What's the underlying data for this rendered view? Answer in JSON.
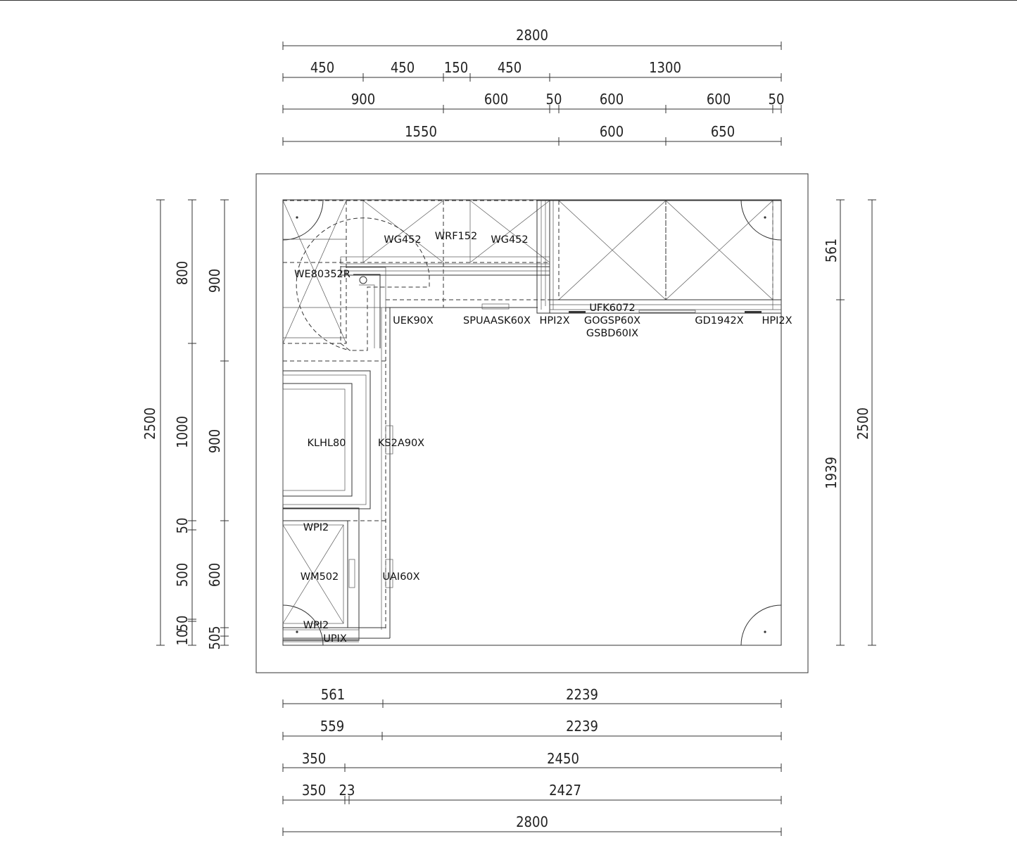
{
  "room": {
    "width_mm": 2800,
    "depth_mm": 2500
  },
  "dimensions": {
    "top": [
      [
        "2800"
      ],
      [
        "450",
        "450",
        "150",
        "450",
        "1300"
      ],
      [
        "900",
        "600",
        "50",
        "600",
        "600",
        "50"
      ],
      [
        "1550",
        "600",
        "650"
      ]
    ],
    "bottom": [
      [
        "561",
        "2239"
      ],
      [
        "559",
        "2239"
      ],
      [
        "350",
        "2450"
      ],
      [
        "350",
        "23",
        "2427"
      ],
      [
        "2800"
      ]
    ],
    "left": [
      [
        "2500"
      ],
      [
        "800",
        "1000",
        "50",
        "500",
        "10",
        "50"
      ],
      [
        "900",
        "900",
        "600",
        "5",
        "50"
      ]
    ],
    "right": [
      [
        "561",
        "1939"
      ],
      [
        "2500"
      ]
    ]
  },
  "labels": {
    "wg452_a": "WG452",
    "wrf152": "WRF152",
    "wg452_b": "WG452",
    "we80352r": "WE80352R",
    "uek90x": "UEK90X",
    "spuaask60x": "SPUAASK60X",
    "hpi2x_a": "HPI2X",
    "ufk6072": "UFK6072",
    "gogsp60x": "GOGSP60X",
    "gsbd60ix": "GSBD60IX",
    "gd1942x": "GD1942X",
    "hpi2x_b": "HPI2X",
    "klhl80": "KLHL80",
    "ks2a90x": "KS2A90X",
    "wpi2_a": "WPI2",
    "wm502": "WM502",
    "uai60x": "UAI60X",
    "wpi2_b": "WPI2",
    "upix": "UPIX"
  }
}
